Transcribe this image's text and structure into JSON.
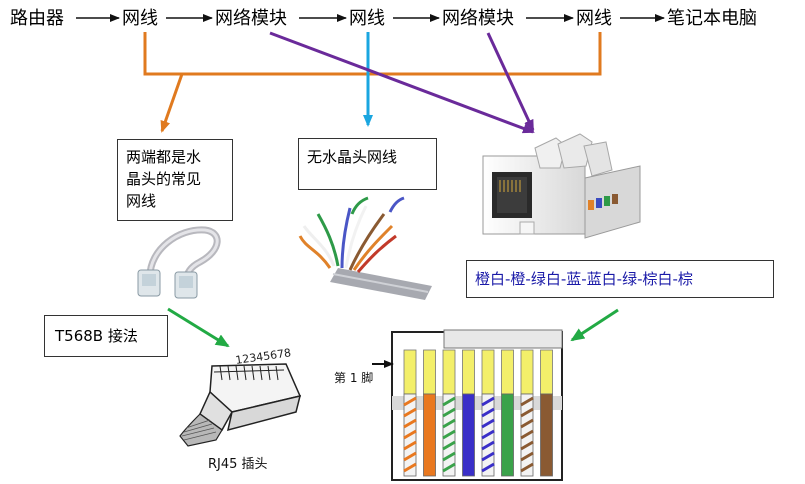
{
  "chain": [
    {
      "id": "router",
      "label": "路由器"
    },
    {
      "id": "cable1",
      "label": "网线"
    },
    {
      "id": "module1",
      "label": "网络模块"
    },
    {
      "id": "cable2",
      "label": "网线"
    },
    {
      "id": "module2",
      "label": "网络模块"
    },
    {
      "id": "cable3",
      "label": "网线"
    },
    {
      "id": "laptop",
      "label": "笔记本电脑"
    }
  ],
  "callouts": {
    "both_ends": "两端都是水晶头的常见网线",
    "both_ends_lines": [
      "两端都是水",
      "晶头的常见",
      "网线"
    ],
    "no_head": "无水晶头网线",
    "color_order": "橙白-橙-绿白-蓝-蓝白-绿-棕白-棕",
    "t568b": "T568B 接法"
  },
  "image_labels": {
    "rj45_pins": "12345678",
    "rj45_plug": "RJ45 插头",
    "pin1": "第 1 脚"
  },
  "colors": {
    "orange": "#e07a1f",
    "blue": "#1aa6e0",
    "purple": "#6a2a9a",
    "green": "#22aa44"
  },
  "wires": [
    {
      "name": "orange-white",
      "base": "#f3f3f3",
      "stripe": "#e9781f"
    },
    {
      "name": "orange",
      "base": "#e9781f",
      "stripe": null
    },
    {
      "name": "green-white",
      "base": "#f3f3f3",
      "stripe": "#3aa24a"
    },
    {
      "name": "blue",
      "base": "#3a2fc8",
      "stripe": null
    },
    {
      "name": "blue-white",
      "base": "#f3f3f3",
      "stripe": "#3a2fc8"
    },
    {
      "name": "green",
      "base": "#3aa24a",
      "stripe": null
    },
    {
      "name": "brown-white",
      "base": "#f3f3f3",
      "stripe": "#8a5a32"
    },
    {
      "name": "brown",
      "base": "#8a5a32",
      "stripe": null
    }
  ]
}
